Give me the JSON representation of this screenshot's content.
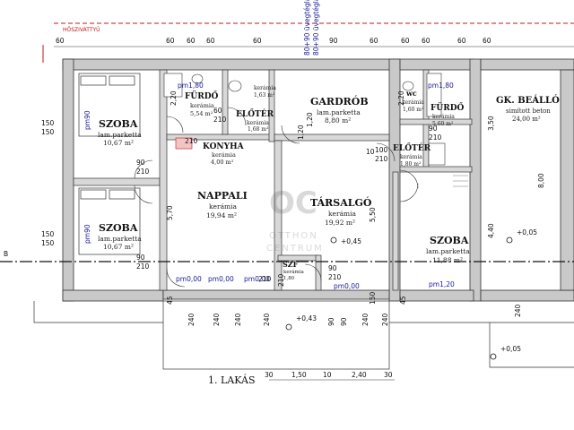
{
  "labels": {
    "heater": "HŐSZIVATTYÚ",
    "plan_title": "1. LAKÁS",
    "axis_b": "B"
  },
  "rooms": {
    "szoba1": {
      "name": "SZOBA",
      "floor": "lam.parketta",
      "area": "10,67 m²"
    },
    "szoba2": {
      "name": "SZOBA",
      "floor": "lam.parketta",
      "area": "10,67 m²"
    },
    "furdo1": {
      "name": "FÜRDŐ",
      "floor": "kerámia",
      "area": "5,54 m²"
    },
    "wc1": {
      "floor": "kerámia",
      "area": "1,63 m²"
    },
    "eloter1": {
      "name": "ELŐTÉR",
      "floor": "kerámia",
      "area": "1,68 m²"
    },
    "konyha": {
      "name": "KONYHA",
      "floor": "kerámia",
      "area": "4,00 m²"
    },
    "nappali": {
      "name": "NAPPALI",
      "floor": "kerámia",
      "area": "19,94 m²"
    },
    "gardrob": {
      "name": "GARDRÓB",
      "floor": "lam.parketta",
      "area": "8,80 m²"
    },
    "tarsalgo": {
      "name": "TÁRSALGÓ",
      "floor": "kerámia",
      "area": "19,92 m²"
    },
    "szf": {
      "name": "SZF",
      "floor": "kerámia",
      "area": "1,80"
    },
    "wc2": {
      "name": "wc",
      "floor": "kerámia",
      "area": "1,60 m²"
    },
    "furdo2": {
      "name": "FÜRDŐ",
      "floor": "kerámia",
      "area": "5,60 m²"
    },
    "eloter2": {
      "name": "ELŐTÉR",
      "floor": "kerámia",
      "area": "1,80 m²"
    },
    "szoba3": {
      "name": "SZOBA",
      "floor": "lam.parketta",
      "area": "11,88 m²"
    },
    "gk": {
      "name": "GK. BEÁLLÓ",
      "floor": "simított beton",
      "area": "24,00 m²"
    }
  },
  "levels": {
    "l1": "+0,45",
    "l2": "+0,43",
    "l3": "+0,05",
    "l4": "+0,05"
  },
  "watermark": {
    "top": "OC",
    "line1": "OTTHON",
    "line2": "CENTRUM"
  },
  "dims": {
    "top": [
      "60",
      "60",
      "60",
      "60",
      "60",
      "90",
      "60",
      "60",
      "60",
      "60",
      "60"
    ],
    "top_glass": [
      "80+90 üvegtégla",
      "80+90 üvegtégla"
    ],
    "left": [
      "150",
      "150",
      "150",
      "150"
    ],
    "pm": [
      "pm1,80",
      "pm1,80",
      "pm0,00",
      "pm0,00",
      "pm0,00",
      "pm1,20",
      "pm0,00",
      "pm90",
      "pm90"
    ],
    "door": [
      "90",
      "210",
      "90",
      "210",
      "100",
      "210",
      "210",
      "210",
      "90",
      "210",
      "60",
      "210",
      "90",
      "210"
    ],
    "misc": [
      "2,20",
      "1,20",
      "10",
      "210",
      "45",
      "45",
      "5,70",
      "5,50",
      "3,50",
      "4,40",
      "8,00",
      "2,20",
      "1,20"
    ],
    "bottom": [
      "240",
      "240",
      "240",
      "240",
      "90",
      "90",
      "240",
      "240",
      "150",
      "240"
    ],
    "scale": [
      "30",
      "1,50",
      "10",
      "2,40",
      "30"
    ]
  }
}
